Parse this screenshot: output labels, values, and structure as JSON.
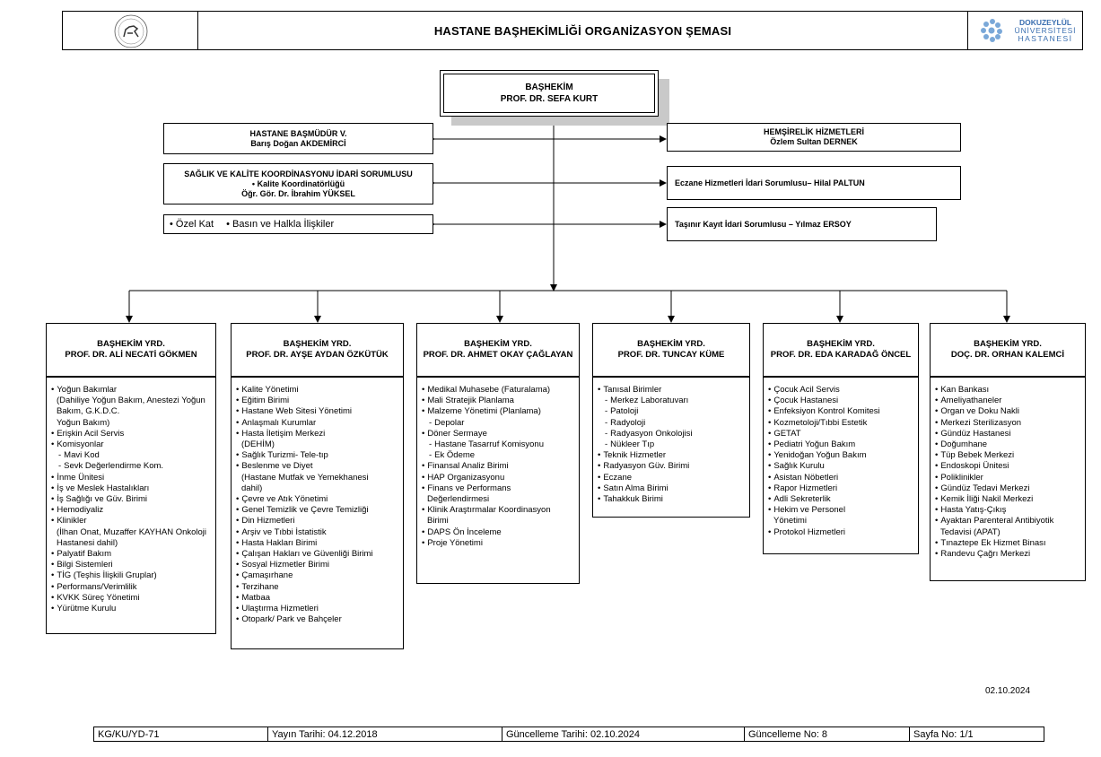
{
  "header": {
    "title": "HASTANE BAŞHEKİMLİĞİ ORGANİZASYON ŞEMASI",
    "logo_right": {
      "line1": "DOKUZEYLÜL",
      "line2": "ÜNİVERSİTESİ",
      "line3": "HASTANESİ"
    }
  },
  "chief": {
    "title": "BAŞHEKİM",
    "name": "PROF. DR. SEFA KURT"
  },
  "left_boxes": {
    "director": {
      "title": "HASTANE BAŞMÜDÜR V.",
      "name": "Barış Doğan AKDEMİRCİ"
    },
    "quality": {
      "title": "SAĞLIK VE KALİTE KOORDİNASYONU İDARİ SORUMLUSU",
      "sub": "Kalite Koordinatörlüğü",
      "name": "Öğr. Gör. Dr. İbrahim YÜKSEL"
    },
    "misc": {
      "item1": "Özel Kat",
      "item2": "Basın ve Halkla İlişkiler"
    }
  },
  "right_boxes": {
    "nursing": {
      "title": "HEMŞİRELİK HİZMETLERİ",
      "name": "Özlem Sultan DERNEK"
    },
    "pharmacy": "Eczane Hizmetleri İdari Sorumlusu– Hilal PALTUN",
    "inventory": "Taşınır Kayıt İdari Sorumlusu – Yılmaz ERSOY"
  },
  "deputies": [
    {
      "title": "BAŞHEKİM YRD.",
      "name": "PROF. DR. ALİ NECATİ GÖKMEN",
      "items": [
        {
          "t": "Yoğun Bakımlar",
          "k": "bul"
        },
        {
          "t": "(Dahiliye Yoğun Bakım, Anestezi Yoğun",
          "k": "cont"
        },
        {
          "t": "Bakım, G.K.D.C.",
          "k": "cont"
        },
        {
          "t": "Yoğun Bakım)",
          "k": "cont"
        },
        {
          "t": "Erişkin Acil Servis",
          "k": "bul"
        },
        {
          "t": "Komisyonlar",
          "k": "bul"
        },
        {
          "t": "Mavi Kod",
          "k": "dash"
        },
        {
          "t": "Sevk Değerlendirme Kom.",
          "k": "dash"
        },
        {
          "t": "İnme Ünitesi",
          "k": "bul"
        },
        {
          "t": "İş ve Meslek Hastalıkları",
          "k": "bul"
        },
        {
          "t": "İş Sağlığı ve Güv. Birimi",
          "k": "bul"
        },
        {
          "t": "Hemodiyaliz",
          "k": "bul"
        },
        {
          "t": "Klinikler",
          "k": "bul"
        },
        {
          "t": "(İlhan Onat, Muzaffer KAYHAN Onkoloji",
          "k": "cont"
        },
        {
          "t": "Hastanesi dahil)",
          "k": "cont"
        },
        {
          "t": "Palyatif Bakım",
          "k": "bul"
        },
        {
          "t": "Bilgi Sistemleri",
          "k": "bul"
        },
        {
          "t": "TİG (Teşhis İlişkili Gruplar)",
          "k": "bul"
        },
        {
          "t": "Performans/Verimlilik",
          "k": "bul"
        },
        {
          "t": "KVKK Süreç Yönetimi",
          "k": "bul"
        },
        {
          "t": "Yürütme Kurulu",
          "k": "bul"
        }
      ]
    },
    {
      "title": "BAŞHEKİM YRD.",
      "name": "PROF. DR. AYŞE AYDAN ÖZKÜTÜK",
      "items": [
        {
          "t": "Kalite Yönetimi",
          "k": "bul"
        },
        {
          "t": "Eğitim Birimi",
          "k": "bul"
        },
        {
          "t": "Hastane Web Sitesi Yönetimi",
          "k": "bul"
        },
        {
          "t": "Anlaşmalı Kurumlar",
          "k": "bul"
        },
        {
          "t": "Hasta İletişim Merkezi",
          "k": "bul"
        },
        {
          "t": "(DEHİM)",
          "k": "cont"
        },
        {
          "t": "Sağlık Turizmi- Tele-tıp",
          "k": "bul"
        },
        {
          "t": "Beslenme ve Diyet",
          "k": "bul"
        },
        {
          "t": "(Hastane Mutfak ve Yemekhanesi",
          "k": "cont"
        },
        {
          "t": "dahil)",
          "k": "cont"
        },
        {
          "t": "Çevre ve Atık Yönetimi",
          "k": "bul"
        },
        {
          "t": "Genel Temizlik ve Çevre Temizliği",
          "k": "bul"
        },
        {
          "t": "Din Hizmetleri",
          "k": "bul"
        },
        {
          "t": "Arşiv ve Tıbbi İstatistik",
          "k": "bul"
        },
        {
          "t": "Hasta Hakları Birimi",
          "k": "bul"
        },
        {
          "t": "Çalışan Hakları ve Güvenliği Birimi",
          "k": "bul"
        },
        {
          "t": "Sosyal Hizmetler Birimi",
          "k": "bul"
        },
        {
          "t": "Çamaşırhane",
          "k": "bul"
        },
        {
          "t": "Terzihane",
          "k": "bul"
        },
        {
          "t": "Matbaa",
          "k": "bul"
        },
        {
          "t": "Ulaştırma Hizmetleri",
          "k": "bul"
        },
        {
          "t": "Otopark/ Park ve Bahçeler",
          "k": "bul"
        }
      ]
    },
    {
      "title": "BAŞHEKİM YRD.",
      "name": "PROF. DR. AHMET OKAY ÇAĞLAYAN",
      "items": [
        {
          "t": "Medikal Muhasebe (Faturalama)",
          "k": "bul"
        },
        {
          "t": "Mali Stratejik Planlama",
          "k": "bul"
        },
        {
          "t": "Malzeme Yönetimi (Planlama)",
          "k": "bul"
        },
        {
          "t": "Depolar",
          "k": "dash"
        },
        {
          "t": "Döner Sermaye",
          "k": "bul"
        },
        {
          "t": "Hastane Tasarruf Komisyonu",
          "k": "dash"
        },
        {
          "t": "Ek Ödeme",
          "k": "dash"
        },
        {
          "t": "Finansal Analiz Birimi",
          "k": "bul"
        },
        {
          "t": "HAP Organizasyonu",
          "k": "bul"
        },
        {
          "t": "Finans ve Performans",
          "k": "bul"
        },
        {
          "t": "Değerlendirmesi",
          "k": "cont"
        },
        {
          "t": "Klinik Araştırmalar Koordinasyon",
          "k": "bul"
        },
        {
          "t": "Birimi",
          "k": "cont"
        },
        {
          "t": "DAPS Ön İnceleme",
          "k": "bul"
        },
        {
          "t": "Proje Yönetimi",
          "k": "bul"
        }
      ]
    },
    {
      "title": "BAŞHEKİM YRD.",
      "name": "PROF. DR. TUNCAY KÜME",
      "items": [
        {
          "t": "Tanısal Birimler",
          "k": "bul"
        },
        {
          "t": "Merkez Laboratuvarı",
          "k": "dash"
        },
        {
          "t": "Patoloji",
          "k": "dash"
        },
        {
          "t": "Radyoloji",
          "k": "dash"
        },
        {
          "t": "Radyasyon Onkolojisi",
          "k": "dash"
        },
        {
          "t": "Nükleer Tıp",
          "k": "dash"
        },
        {
          "t": "Teknik Hizmetler",
          "k": "bul"
        },
        {
          "t": "Radyasyon Güv. Birimi",
          "k": "bul"
        },
        {
          "t": "Eczane",
          "k": "bul"
        },
        {
          "t": "Satın Alma Birimi",
          "k": "bul"
        },
        {
          "t": "Tahakkuk Birimi",
          "k": "bul"
        }
      ]
    },
    {
      "title": "BAŞHEKİM YRD.",
      "name": "PROF. DR. EDA KARADAĞ ÖNCEL",
      "items": [
        {
          "t": "Çocuk Acil Servis",
          "k": "bul"
        },
        {
          "t": "Çocuk Hastanesi",
          "k": "bul"
        },
        {
          "t": "Enfeksiyon Kontrol Komitesi",
          "k": "bul"
        },
        {
          "t": "Kozmetoloji/Tıbbi Estetik",
          "k": "bul"
        },
        {
          "t": "GETAT",
          "k": "bul"
        },
        {
          "t": "Pediatri Yoğun Bakım",
          "k": "bul"
        },
        {
          "t": "Yenidoğan Yoğun Bakım",
          "k": "bul"
        },
        {
          "t": "Sağlık Kurulu",
          "k": "bul"
        },
        {
          "t": "Asistan Nöbetleri",
          "k": "bul"
        },
        {
          "t": "Rapor Hizmetleri",
          "k": "bul"
        },
        {
          "t": "Adli Sekreterlik",
          "k": "bul"
        },
        {
          "t": "Hekim ve Personel",
          "k": "bul"
        },
        {
          "t": "Yönetimi",
          "k": "cont"
        },
        {
          "t": "Protokol Hizmetleri",
          "k": "bul"
        }
      ]
    },
    {
      "title": "BAŞHEKİM YRD.",
      "name": "DOÇ. DR. ORHAN KALEMCİ",
      "items": [
        {
          "t": "Kan Bankası",
          "k": "bul"
        },
        {
          "t": "Ameliyathaneler",
          "k": "bul"
        },
        {
          "t": "Organ ve Doku Nakli",
          "k": "bul"
        },
        {
          "t": "Merkezi Sterilizasyon",
          "k": "bul"
        },
        {
          "t": "Gündüz Hastanesi",
          "k": "bul"
        },
        {
          "t": "Doğumhane",
          "k": "bul"
        },
        {
          "t": "Tüp Bebek Merkezi",
          "k": "bul"
        },
        {
          "t": "Endoskopi Ünitesi",
          "k": "bul"
        },
        {
          "t": "Poliklinikler",
          "k": "bul"
        },
        {
          "t": "Gündüz Tedavi Merkezi",
          "k": "bul"
        },
        {
          "t": "Kemik İliği Nakil Merkezi",
          "k": "bul"
        },
        {
          "t": "Hasta Yatış-Çıkış",
          "k": "bul"
        },
        {
          "t": "Ayaktan Parenteral Antibiyotik",
          "k": "bul"
        },
        {
          "t": "Tedavisi (APAT)",
          "k": "cont"
        },
        {
          "t": "Tınaztepe Ek Hizmet Binası",
          "k": "bul"
        },
        {
          "t": "Randevu Çağrı Merkezi",
          "k": "bul"
        }
      ]
    }
  ],
  "date": "02.10.2024",
  "footer": {
    "code": "KG/KU/YD-71",
    "publish": "Yayın Tarihi: 04.12.2018",
    "updated": "Güncelleme Tarihi: 02.10.2024",
    "revision": "Güncelleme No: 8",
    "page": "Sayfa No: 1/1"
  }
}
